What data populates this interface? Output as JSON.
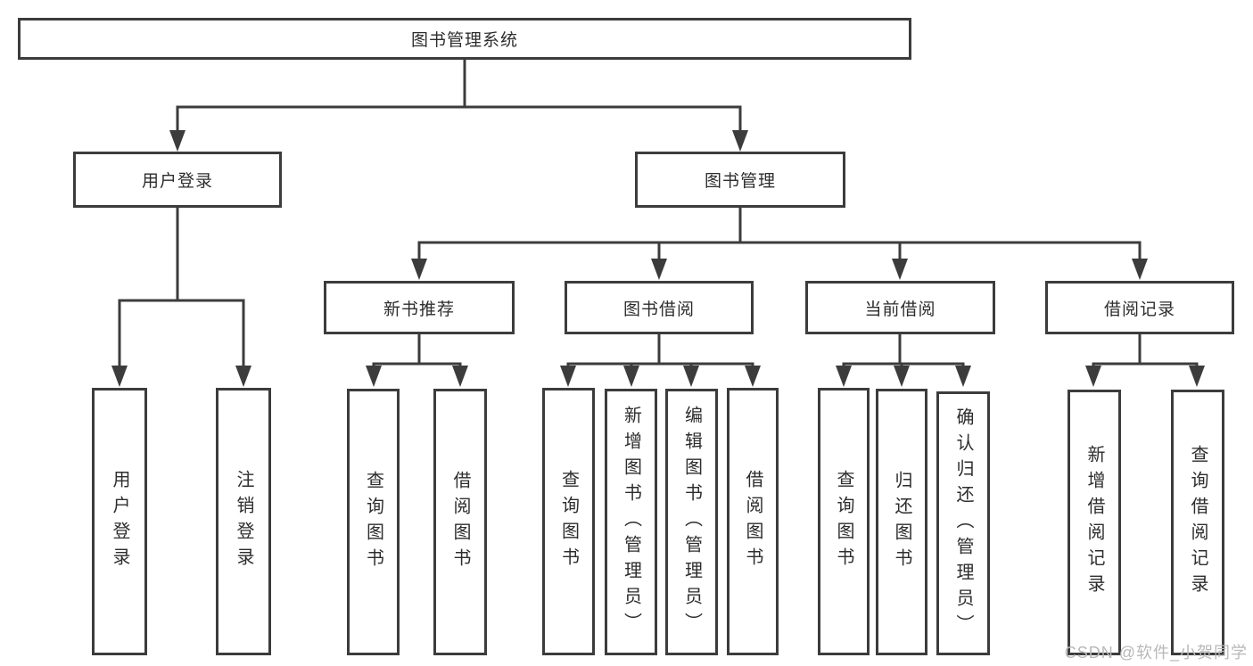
{
  "diagram": {
    "root": {
      "label": "图书管理系统"
    },
    "branches": [
      {
        "label": "用户登录",
        "children": [
          {
            "label": "用户登录"
          },
          {
            "label": "注销登录"
          }
        ]
      },
      {
        "label": "图书管理",
        "children": [
          {
            "label": "新书推荐",
            "children": [
              {
                "label": "查询图书"
              },
              {
                "label": "借阅图书"
              }
            ]
          },
          {
            "label": "图书借阅",
            "children": [
              {
                "label": "查询图书"
              },
              {
                "label": "新增图书（管理员）"
              },
              {
                "label": "编辑图书（管理员）"
              },
              {
                "label": "借阅图书"
              }
            ]
          },
          {
            "label": "当前借阅",
            "children": [
              {
                "label": "查询图书"
              },
              {
                "label": "归还图书"
              },
              {
                "label": "确认归还（管理员）"
              }
            ]
          },
          {
            "label": "借阅记录",
            "children": [
              {
                "label": "新增借阅记录"
              },
              {
                "label": "查询借阅记录"
              }
            ]
          }
        ]
      }
    ]
  },
  "watermark": {
    "text": "CSDN @软件_小贺同学"
  },
  "colors": {
    "line": "#3c3c3c",
    "text": "#2d2d2d",
    "watermark": "#b8b8b8",
    "background": "#ffffff"
  }
}
